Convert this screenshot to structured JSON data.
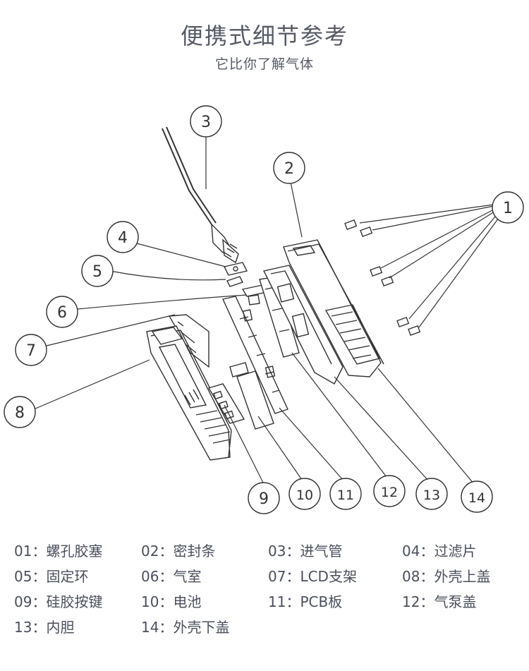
{
  "header": {
    "title": "便携式细节参考",
    "subtitle": "它比你了解气体"
  },
  "diagram": {
    "callouts": [
      "1",
      "2",
      "3",
      "4",
      "5",
      "6",
      "7",
      "8",
      "9",
      "10",
      "11",
      "12",
      "13",
      "14"
    ]
  },
  "legend": [
    {
      "code": "01",
      "label": "螺孔胶塞"
    },
    {
      "code": "02",
      "label": "密封条"
    },
    {
      "code": "03",
      "label": "进气管"
    },
    {
      "code": "04",
      "label": "过滤片"
    },
    {
      "code": "05",
      "label": "固定环"
    },
    {
      "code": "06",
      "label": "气室"
    },
    {
      "code": "07",
      "label": "LCD支架"
    },
    {
      "code": "08",
      "label": "外壳上盖"
    },
    {
      "code": "09",
      "label": "硅胶按键"
    },
    {
      "code": "10",
      "label": "电池"
    },
    {
      "code": "11",
      "label": "PCB板"
    },
    {
      "code": "12",
      "label": "气泵盖"
    },
    {
      "code": "13",
      "label": "内胆"
    },
    {
      "code": "14",
      "label": "外壳下盖"
    }
  ],
  "colors": {
    "line": "#333333",
    "text": "#4a4f5c",
    "background": "#ffffff"
  }
}
